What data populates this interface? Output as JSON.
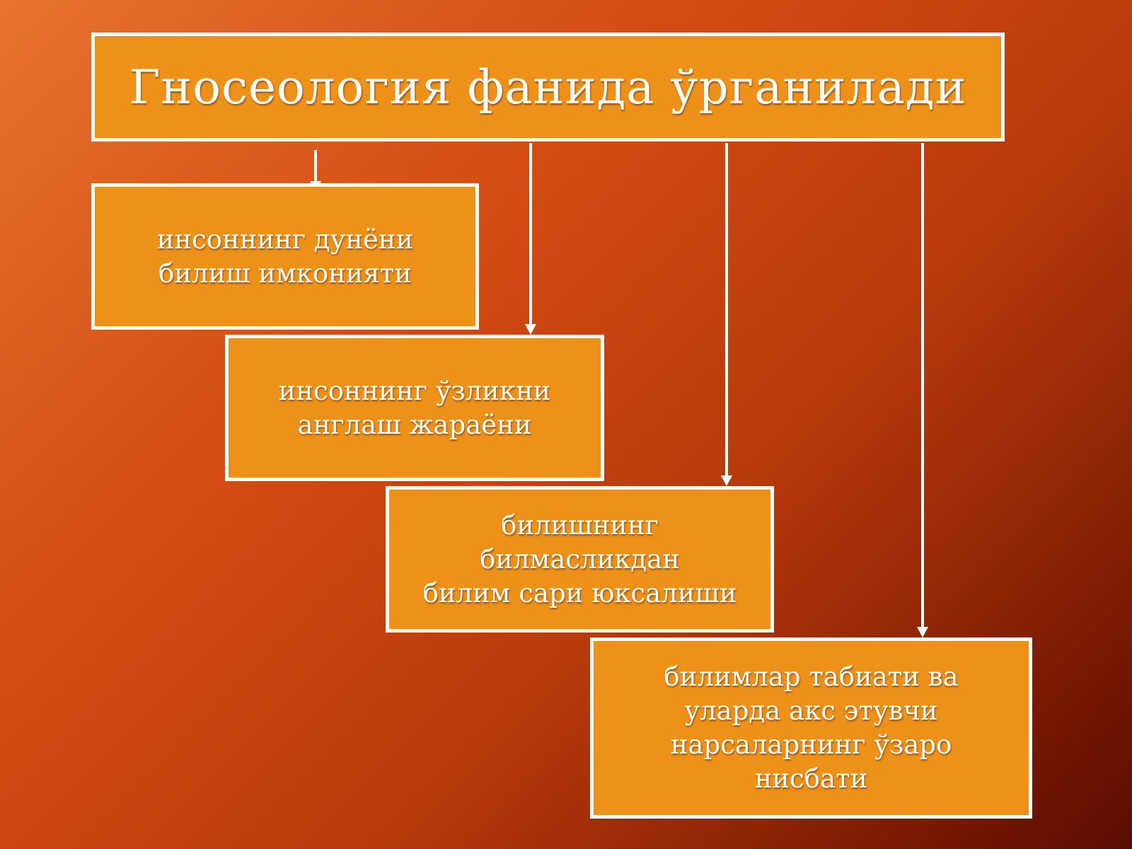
{
  "title": "Гносеология фанида ўрганилади",
  "items": [
    {
      "label": "инсоннинг дунёни\nбилиш имконияти"
    },
    {
      "label": "инсоннинг ўзликни\nанглаш жараёни"
    },
    {
      "label": "билишнинг\nбилмасликдан\nбилим сари юксалиши"
    },
    {
      "label": "билимлар табиати ва\nуларда акс этувчи\nнарсаларнинг ўзаро\nнисбати"
    }
  ],
  "colors": {
    "box_fill": "#ee9118",
    "box_border": "#ffffff",
    "background_start": "#e6732c",
    "background_end": "#5a0c00",
    "text": "#ffffff"
  }
}
